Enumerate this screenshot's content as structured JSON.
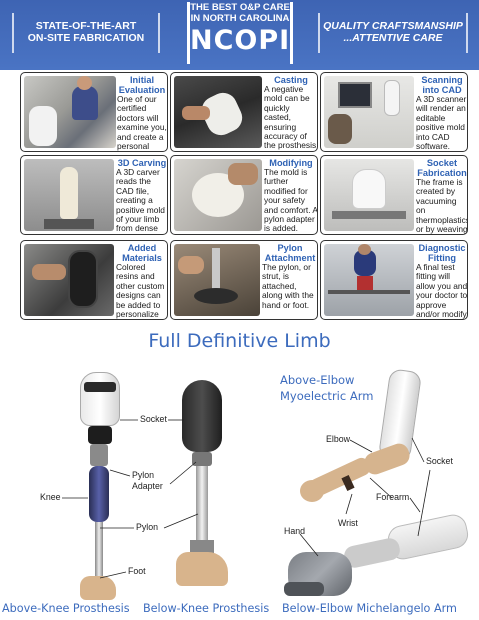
{
  "header": {
    "left_line1": "STATE-OF-THE-ART",
    "left_line2": "ON-SITE FABRICATION",
    "center_line1": "THE BEST O&P CARE",
    "center_line2": "IN NORTH CAROLINA",
    "logo": "NCOPI",
    "right_line1": "QUALITY CRAFTSMANSHIP",
    "right_line2": "...ATTENTIVE CARE"
  },
  "steps": [
    {
      "title": "Initial Evaluation",
      "body": "One of our certified doctors will examine you, and create a personal plan."
    },
    {
      "title": "Casting",
      "body": "A negative mold can be quickly casted, ensuring accuracy of the prosthesis to your body."
    },
    {
      "title": "Scanning into CAD",
      "body": "A 3D scanner will render an editable positive mold into CAD software."
    },
    {
      "title": "3D Carving",
      "body": "A 3D carver reads the CAD file, creating a positive mold of your limb from dense foam."
    },
    {
      "title": "Modifying",
      "body": "The mold is further modified for your safety and comfort. A pylon adapter is added."
    },
    {
      "title": "Socket Fabrication",
      "body": "The frame is created by vacuuming on thermoplastics or by weaving carbon fiber."
    },
    {
      "title": "Added Materials",
      "body": "Colored resins and other custom designs can be added to personalize the prosthesis."
    },
    {
      "title": "Pylon Attachment",
      "body": "The pylon, or strut, is attached, along with the hand or foot."
    },
    {
      "title": "Diagnostic Fitting",
      "body": "A final test fitting will allow you and your doctor to approve and/or modify your prosthesis."
    }
  ],
  "limb": {
    "title": "Full Definitive Limb",
    "above_elbow_line1": "Above-Elbow",
    "above_elbow_line2": "Myoelectric Arm",
    "labels": {
      "socket": "Socket",
      "pylon_adapter_line1": "Pylon",
      "pylon_adapter_line2": "Adapter",
      "knee": "Knee",
      "pylon": "Pylon",
      "foot": "Foot",
      "elbow": "Elbow",
      "arm_socket": "Socket",
      "forearm": "Forearm",
      "wrist": "Wrist",
      "hand": "Hand"
    },
    "caption_ak": "Above-Knee Prosthesis",
    "caption_bk": "Below-Knee Prosthesis",
    "caption_be": "Below-Elbow Michelangelo Arm"
  },
  "colors": {
    "header": "#4a74c4",
    "accent": "#3c6bbd"
  }
}
